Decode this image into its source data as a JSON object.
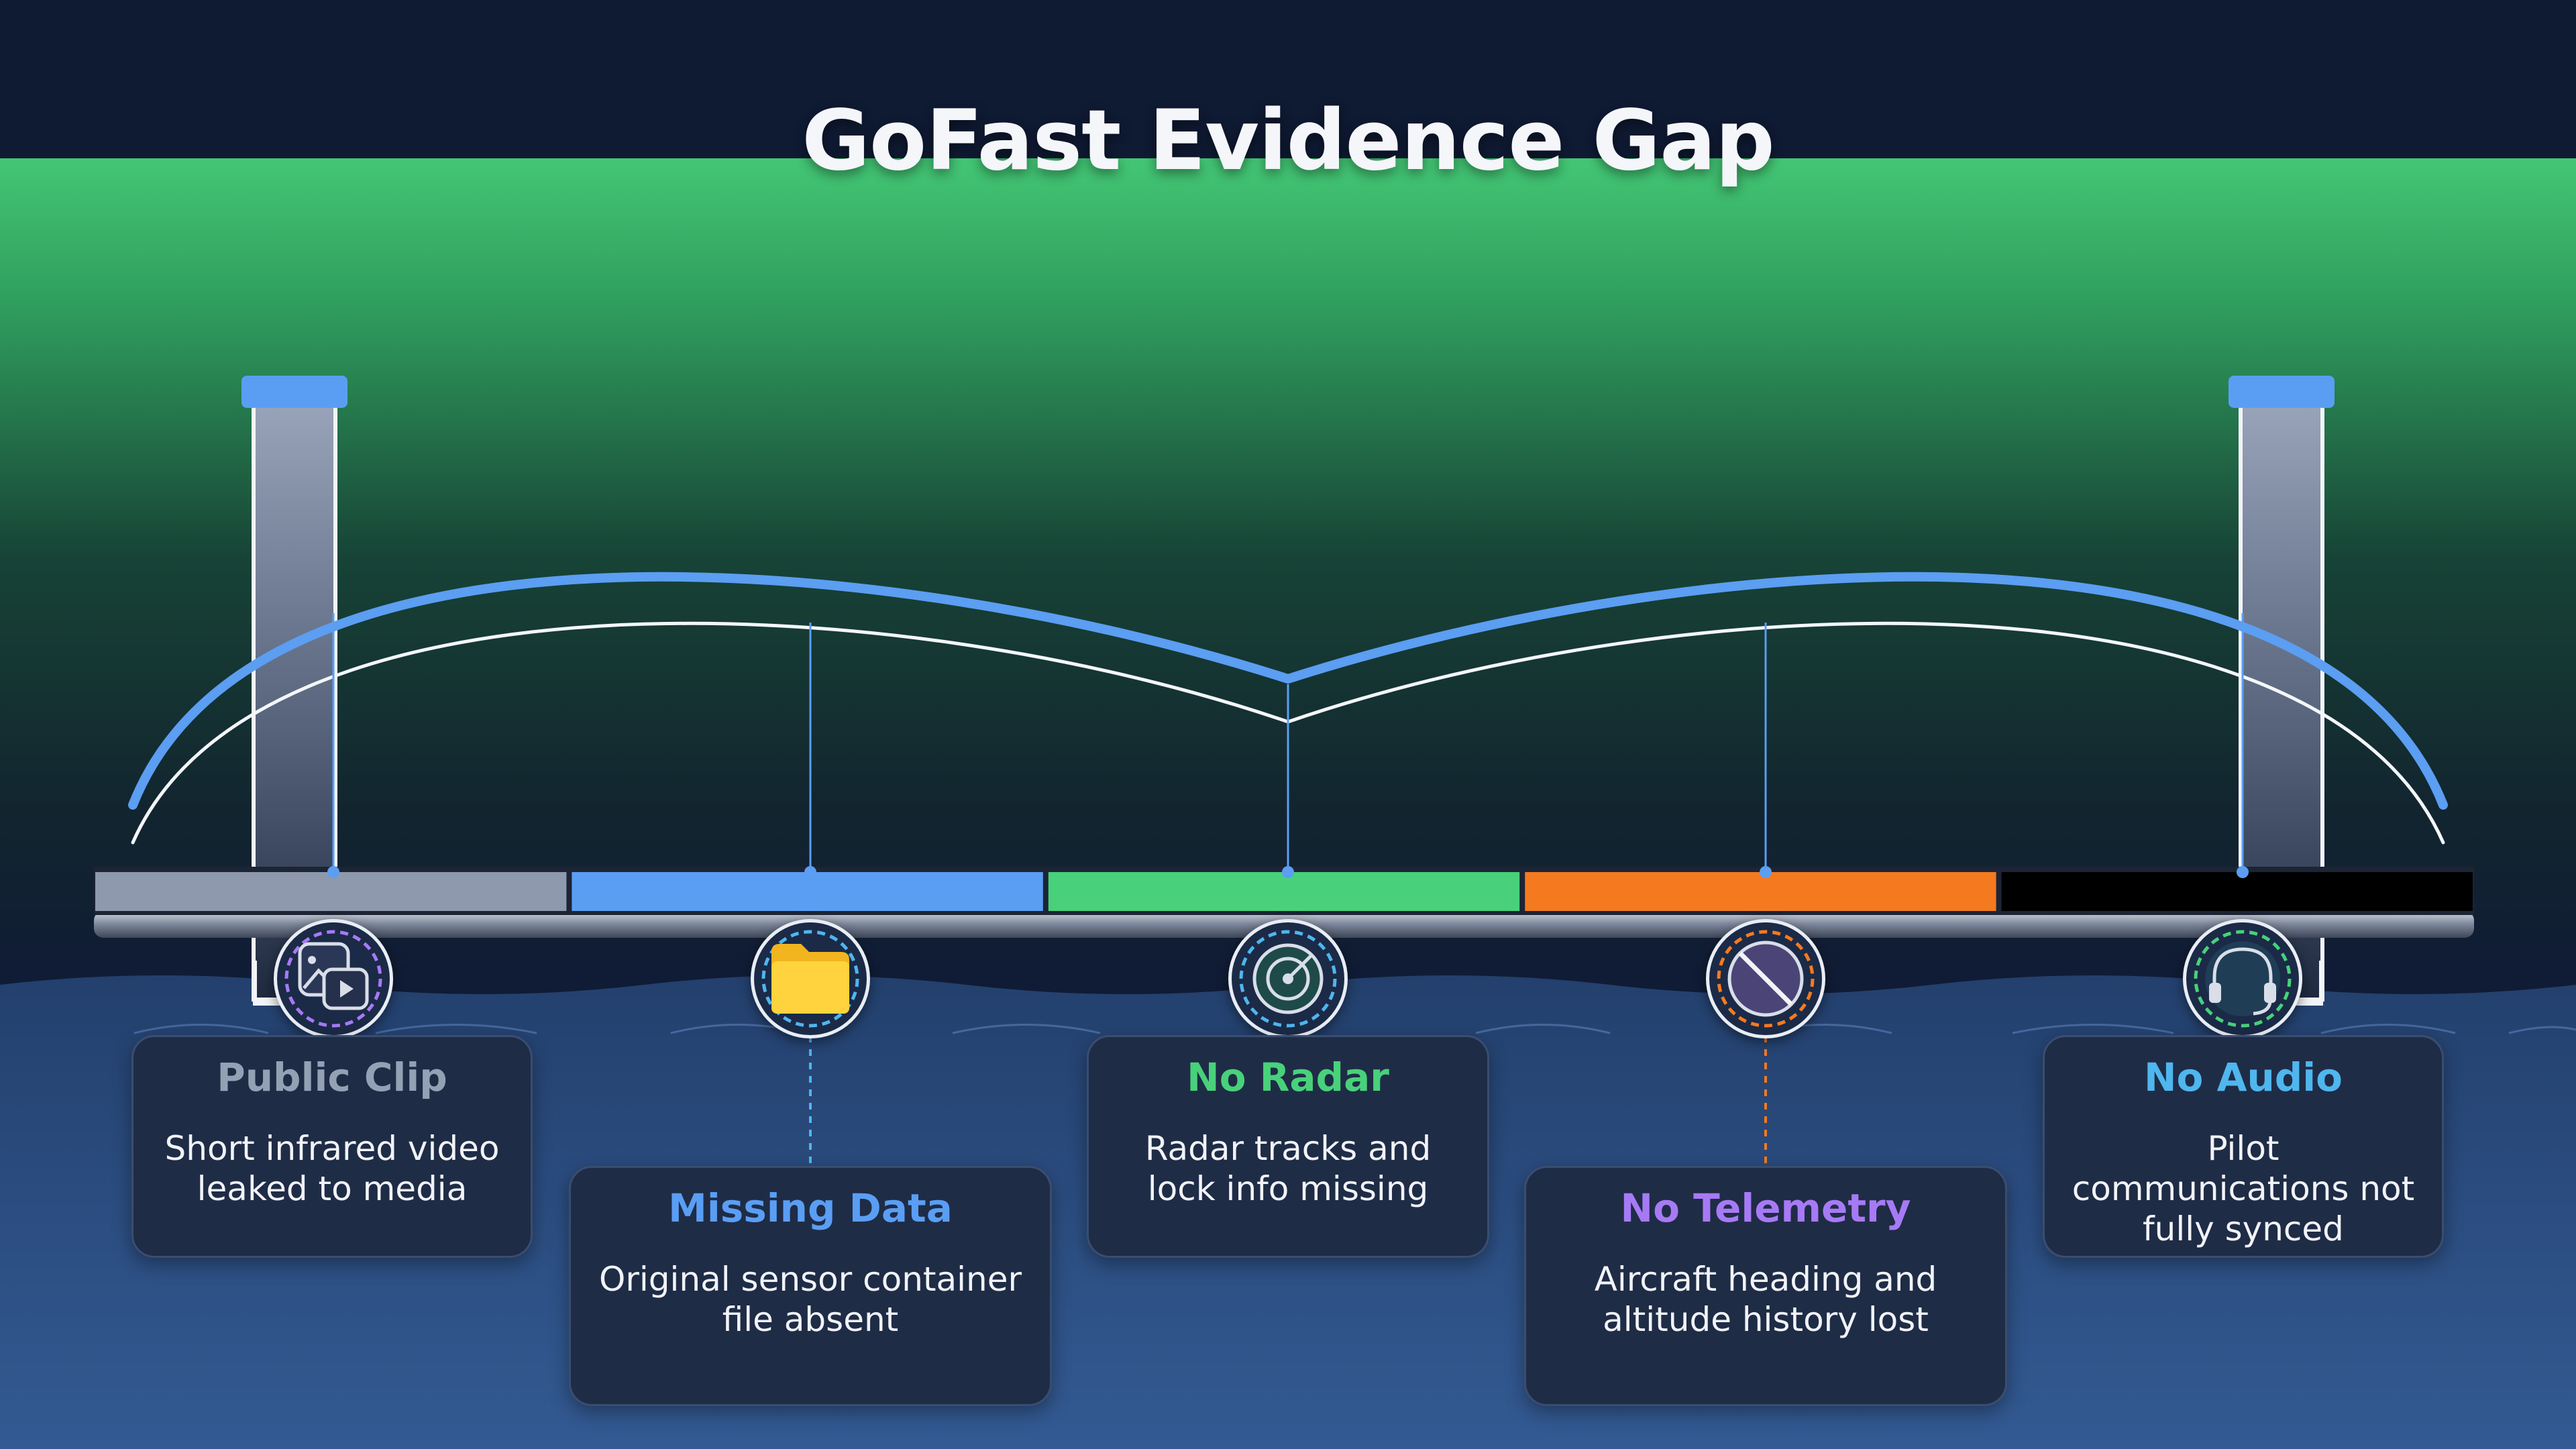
{
  "title": "GoFast Evidence Gap",
  "colors": {
    "sky_top": "#0f1a33",
    "sky_green": "#3cc46f",
    "water": "#2e5288",
    "cable": "#5b9ef2",
    "accent_gray": "#8e99ad",
    "accent_blue": "#5a9ef4",
    "accent_green": "#48d17a",
    "accent_orange": "#f57a1f",
    "accent_black": "#000000"
  },
  "segments": [
    {
      "color": "#8e99ad"
    },
    {
      "color": "#5a9ef4"
    },
    {
      "color": "#48d17a"
    },
    {
      "color": "#f57a1f"
    },
    {
      "color": "#000000"
    }
  ],
  "items": [
    {
      "key": "public-clip",
      "icon": "video-image-icon",
      "title": "Public Clip",
      "title_color": "#94a0b4",
      "body": "Short infrared video leaked to media"
    },
    {
      "key": "missing-data",
      "icon": "folder-icon",
      "title": "Missing Data",
      "title_color": "#5a9ef4",
      "body": "Original sensor container file absent"
    },
    {
      "key": "no-radar",
      "icon": "radar-icon",
      "title": "No Radar",
      "title_color": "#48d17a",
      "body": "Radar tracks and lock info missing"
    },
    {
      "key": "no-telemetry",
      "icon": "no-telemetry-icon",
      "title": "No Telemetry",
      "title_color": "#a77af5",
      "body": "Aircraft heading and altitude history lost"
    },
    {
      "key": "no-audio",
      "icon": "headset-icon",
      "title": "No Audio",
      "title_color": "#4fb6ee",
      "body": "Pilot communications not fully synced"
    }
  ]
}
